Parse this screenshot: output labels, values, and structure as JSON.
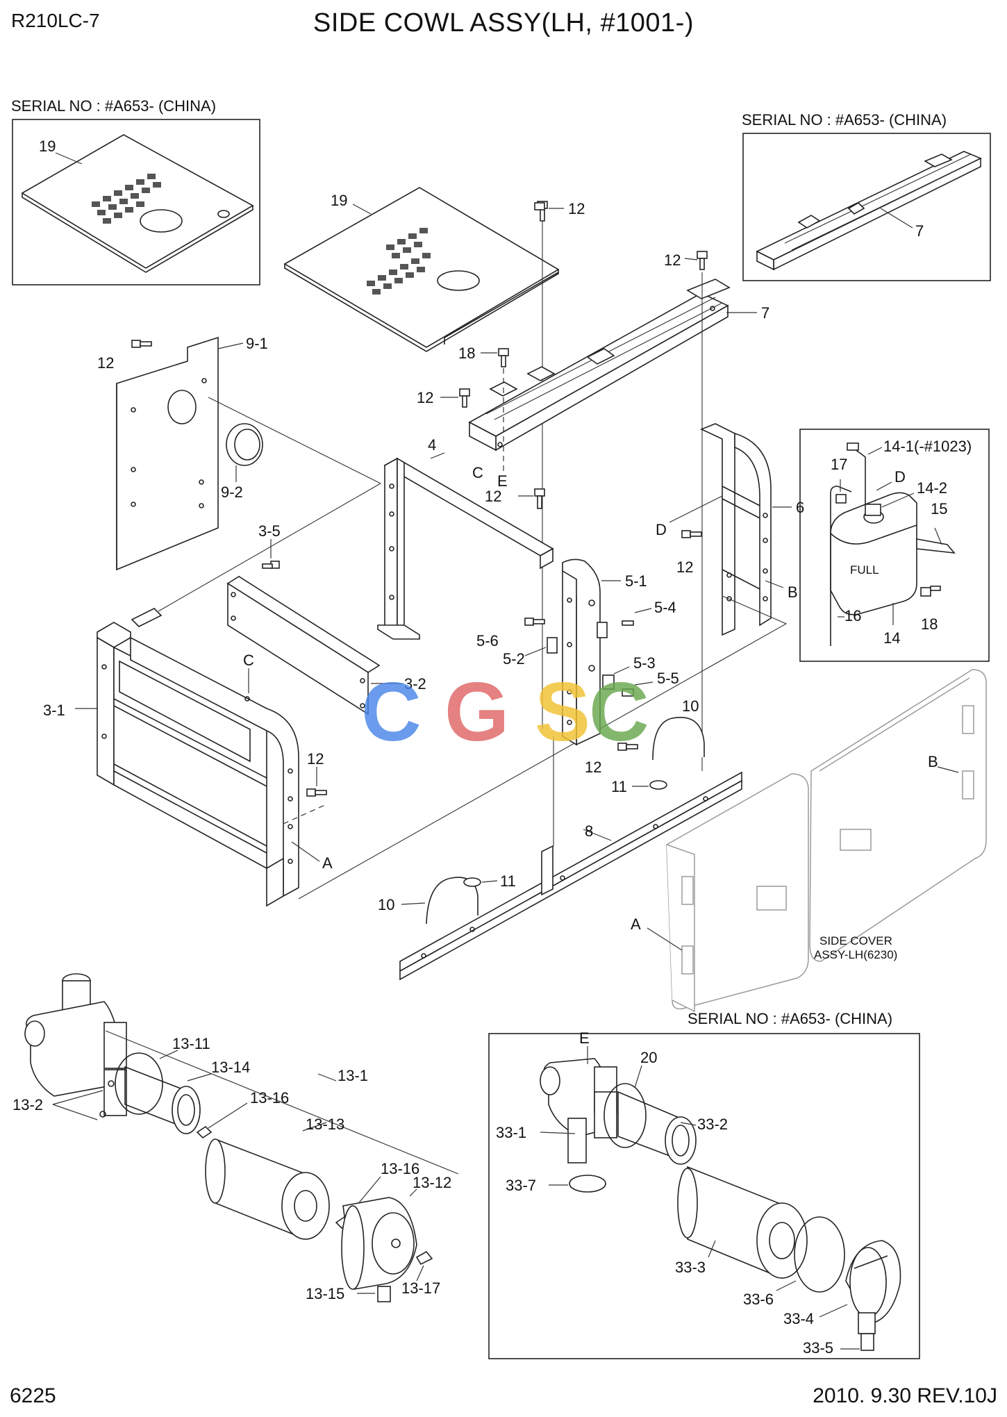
{
  "header": {
    "model": "R210LC-7",
    "title": "SIDE COWL ASSY(LH, #1001-)"
  },
  "footer": {
    "page_number": "6225",
    "revision": "2010. 9.30 REV.10J"
  },
  "serial_notes": {
    "top_left": "SERIAL NO : #A653- (CHINA)",
    "top_right": "SERIAL NO : #A653- (CHINA)",
    "bottom_right": "SERIAL NO : #A653- (CHINA)"
  },
  "side_cover_note": {
    "line1": "SIDE COVER",
    "line2": "ASSY-LH(6230)"
  },
  "watermark": {
    "letters": [
      "C",
      "G",
      "S",
      "C"
    ],
    "colors": [
      "#4a86e8",
      "#e06666",
      "#f1c232",
      "#6aa84f"
    ]
  },
  "callouts": {
    "c19a": "19",
    "c19b": "19",
    "c12_a": "12",
    "c12_b": "12",
    "c12_c": "12",
    "c12_d": "12",
    "c12_e": "12",
    "c12_f": "12",
    "c12_g": "12",
    "c12_h": "12",
    "c7a": "7",
    "c7b": "7",
    "c9_1": "9-1",
    "c9_2": "9-2",
    "c18a": "18",
    "c18b": "18",
    "c4": "4",
    "cCa": "C",
    "cCb": "C",
    "cE_a": "E",
    "cE_b": "E",
    "c6": "6",
    "cDa": "D",
    "cDb": "D",
    "cB_a": "B",
    "cB_b": "B",
    "cA_a": "A",
    "cA_b": "A",
    "c3_5": "3-5",
    "c3_1": "3-1",
    "c3_2": "3-2",
    "c5_1": "5-1",
    "c5_2": "5-2",
    "c5_3": "5-3",
    "c5_4": "5-4",
    "c5_5": "5-5",
    "c5_6": "5-6",
    "c10a": "10",
    "c10b": "10",
    "c11a": "11",
    "c11b": "11",
    "c8": "8",
    "c14": "14",
    "c14_1": "14-1(-#1023)",
    "c14_2": "14-2",
    "c15": "15",
    "c16": "16",
    "c17": "17",
    "c13_1": "13-1",
    "c13_2": "13-2",
    "c13_11": "13-11",
    "c13_12": "13-12",
    "c13_13": "13-13",
    "c13_14": "13-14",
    "c13_15": "13-15",
    "c13_16a": "13-16",
    "c13_16b": "13-16",
    "c13_17": "13-17",
    "c20": "20",
    "c33_1": "33-1",
    "c33_2": "33-2",
    "c33_3": "33-3",
    "c33_4": "33-4",
    "c33_5": "33-5",
    "c33_6": "33-6",
    "c33_7": "33-7"
  }
}
